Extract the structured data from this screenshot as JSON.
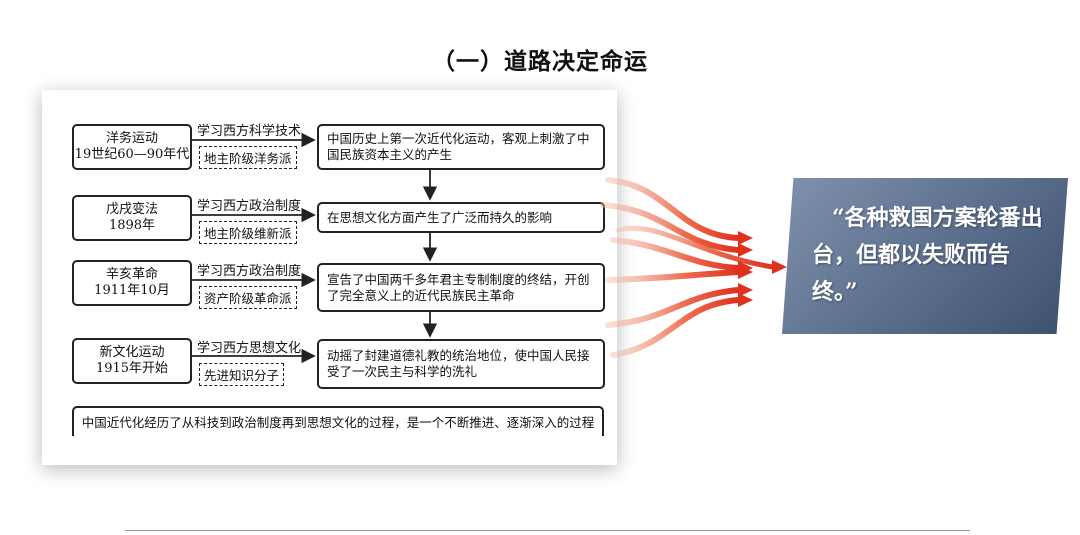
{
  "title": "（一）道路决定命运",
  "rows": [
    {
      "event": "洋务运动",
      "time": "19世纪60—90年代",
      "method": "学习西方科学技术",
      "group": "地主阶级洋务派",
      "result": "中国历史上第一次近代化运动，客观上刺激了中国民族资本主义的产生"
    },
    {
      "event": "戊戌变法",
      "time": "1898年",
      "method": "学习西方政治制度",
      "group": "地主阶级维新派",
      "result": "在思想文化方面产生了广泛而持久的影响"
    },
    {
      "event": "辛亥革命",
      "time": "1911年10月",
      "method": "学习西方政治制度",
      "group": "资产阶级革命派",
      "result": "宣告了中国两千多年君主专制制度的终结，开创了完全意义上的近代民族民主革命"
    },
    {
      "event": "新文化运动",
      "time": "1915年开始",
      "method": "学习西方思想文化",
      "group": "先进知识分子",
      "result": "动摇了封建道德礼教的统治地位，使中国人民接受了一次民主与科学的洗礼"
    }
  ],
  "summary": "中国近代化经历了从科技到政治制度再到思想文化的过程，是一个不断推进、逐渐深入的过程",
  "quote": "“各种救国方案轮番出台，但都以失败而告终。”",
  "colors": {
    "arrow_red": "#e0301e",
    "quote_bg": "#5a6d8c"
  }
}
